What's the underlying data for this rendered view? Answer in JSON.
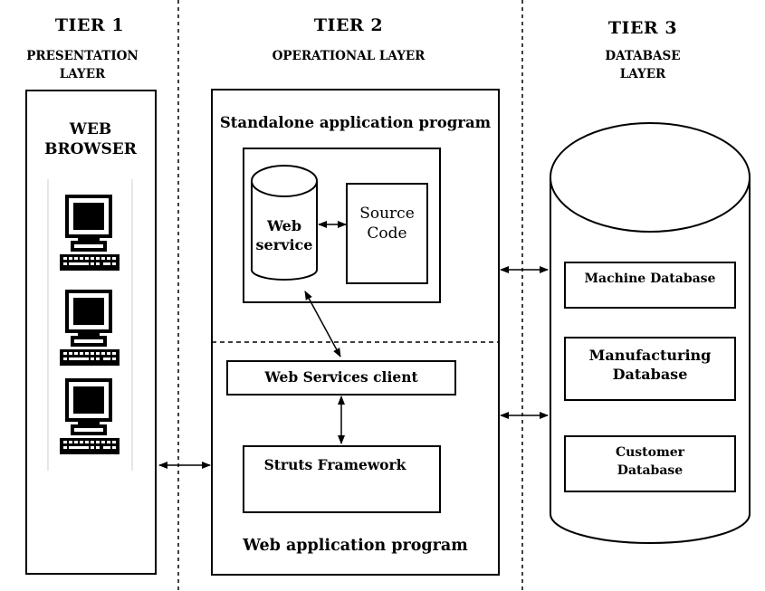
{
  "tiers": [
    {
      "title": "TIER 1",
      "layer_line1": "PRESENTATION",
      "layer_line2": "LAYER"
    },
    {
      "title": "TIER 2",
      "layer_line1": "OPERATIONAL LAYER",
      "layer_line2": ""
    },
    {
      "title": "TIER 3",
      "layer_line1": "DATABASE",
      "layer_line2": "LAYER"
    }
  ],
  "presentation": {
    "label_line1": "WEB",
    "label_line2": "BROWSER",
    "computer_icons": [
      "computer-icon",
      "computer-icon",
      "computer-icon"
    ]
  },
  "operational": {
    "standalone_title": "Standalone application program",
    "web_service_line1": "Web",
    "web_service_line2": "service",
    "source_code_line1": "Source",
    "source_code_line2": "Code",
    "ws_client": "Web Services client",
    "struts": "Struts Framework",
    "web_app_title": "Web application program"
  },
  "database": {
    "machine": "Machine Database",
    "manufacturing_line1": "Manufacturing",
    "manufacturing_line2": "Database",
    "customer_line1": "Customer",
    "customer_line2": "Database"
  }
}
